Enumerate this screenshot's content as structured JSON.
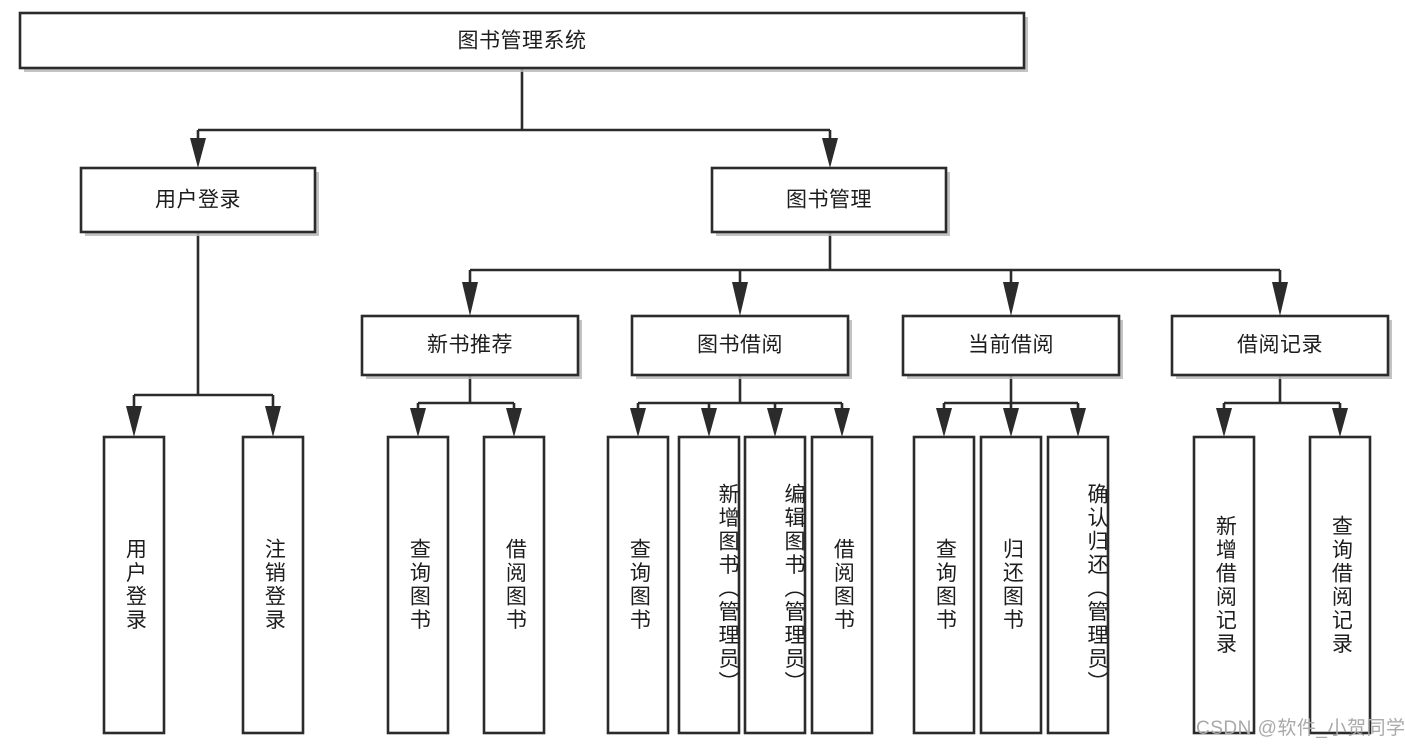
{
  "diagram": {
    "type": "tree-hierarchy",
    "title_node": {
      "id": "root",
      "label": "图书管理系统"
    },
    "level2": [
      {
        "id": "user-login",
        "label": "用户登录"
      },
      {
        "id": "book-management",
        "label": "图书管理"
      }
    ],
    "level3": [
      {
        "id": "new-book-recommend",
        "label": "新书推荐",
        "parent": "book-management"
      },
      {
        "id": "book-borrow",
        "label": "图书借阅",
        "parent": "book-management"
      },
      {
        "id": "current-borrow",
        "label": "当前借阅",
        "parent": "book-management"
      },
      {
        "id": "borrow-record",
        "label": "借阅记录",
        "parent": "book-management"
      }
    ],
    "leaves": [
      {
        "id": "leaf-user-login",
        "label": "用户登录",
        "parent": "user-login"
      },
      {
        "id": "leaf-user-logout",
        "label": "注销登录",
        "parent": "user-login"
      },
      {
        "id": "leaf-query-books-1",
        "label": "查询图书",
        "parent": "new-book-recommend"
      },
      {
        "id": "leaf-borrow-books-1",
        "label": "借阅图书",
        "parent": "new-book-recommend"
      },
      {
        "id": "leaf-query-books-2",
        "label": "查询图书",
        "parent": "book-borrow"
      },
      {
        "id": "leaf-add-book",
        "label": "新增图书（管理员）",
        "parent": "book-borrow"
      },
      {
        "id": "leaf-edit-book",
        "label": "编辑图书（管理员）",
        "parent": "book-borrow"
      },
      {
        "id": "leaf-borrow-books-2",
        "label": "借阅图书",
        "parent": "book-borrow"
      },
      {
        "id": "leaf-query-books-3",
        "label": "查询图书",
        "parent": "current-borrow"
      },
      {
        "id": "leaf-return-books",
        "label": "归还图书",
        "parent": "current-borrow"
      },
      {
        "id": "leaf-confirm-return",
        "label": "确认归还（管理员）",
        "parent": "current-borrow"
      },
      {
        "id": "leaf-add-record",
        "label": "新增借阅记录",
        "parent": "borrow-record"
      },
      {
        "id": "leaf-query-record",
        "label": "查询借阅记录",
        "parent": "borrow-record"
      }
    ],
    "colors": {
      "stroke": "#2b2b2b",
      "fill": "#ffffff",
      "text": "#1d1d1d",
      "shadow": "#b8b8b8",
      "watermark": "#a9a9a9",
      "background": "#ffffff"
    }
  },
  "watermark": {
    "text": "CSDN @软件_小贺同学"
  }
}
